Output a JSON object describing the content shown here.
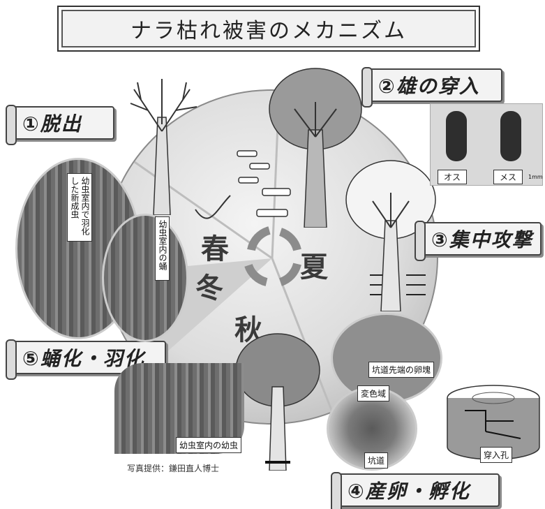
{
  "title": "ナラ枯れ被害のメカニズム",
  "seasons": {
    "spring": "春",
    "summer": "夏",
    "autumn": "秋",
    "winter": "冬"
  },
  "stages": {
    "emergence": "①脱出",
    "male_entry": "②雄の穿入",
    "mass_attack": "③集中攻撃",
    "oviposition": "④産卵・孵化",
    "pupation": "⑤蛹化・羽化"
  },
  "captions": {
    "new_adult": "幼虫室内で羽化した新成虫",
    "pupa": "幼虫室内の蛹",
    "larva": "幼虫室内の幼虫",
    "egg_mass": "坑道先端の卵塊",
    "discolored_area": "変色域",
    "gallery": "坑道",
    "entry_hole": "穿入孔"
  },
  "beetles": {
    "male": "オス",
    "female": "メス",
    "scale": "1mm"
  },
  "credit": "写真提供：鎌田直人博士",
  "colors": {
    "tree_crown": "#9a9a9a",
    "trunk": "#d8d8d8",
    "ink": "#222222"
  }
}
